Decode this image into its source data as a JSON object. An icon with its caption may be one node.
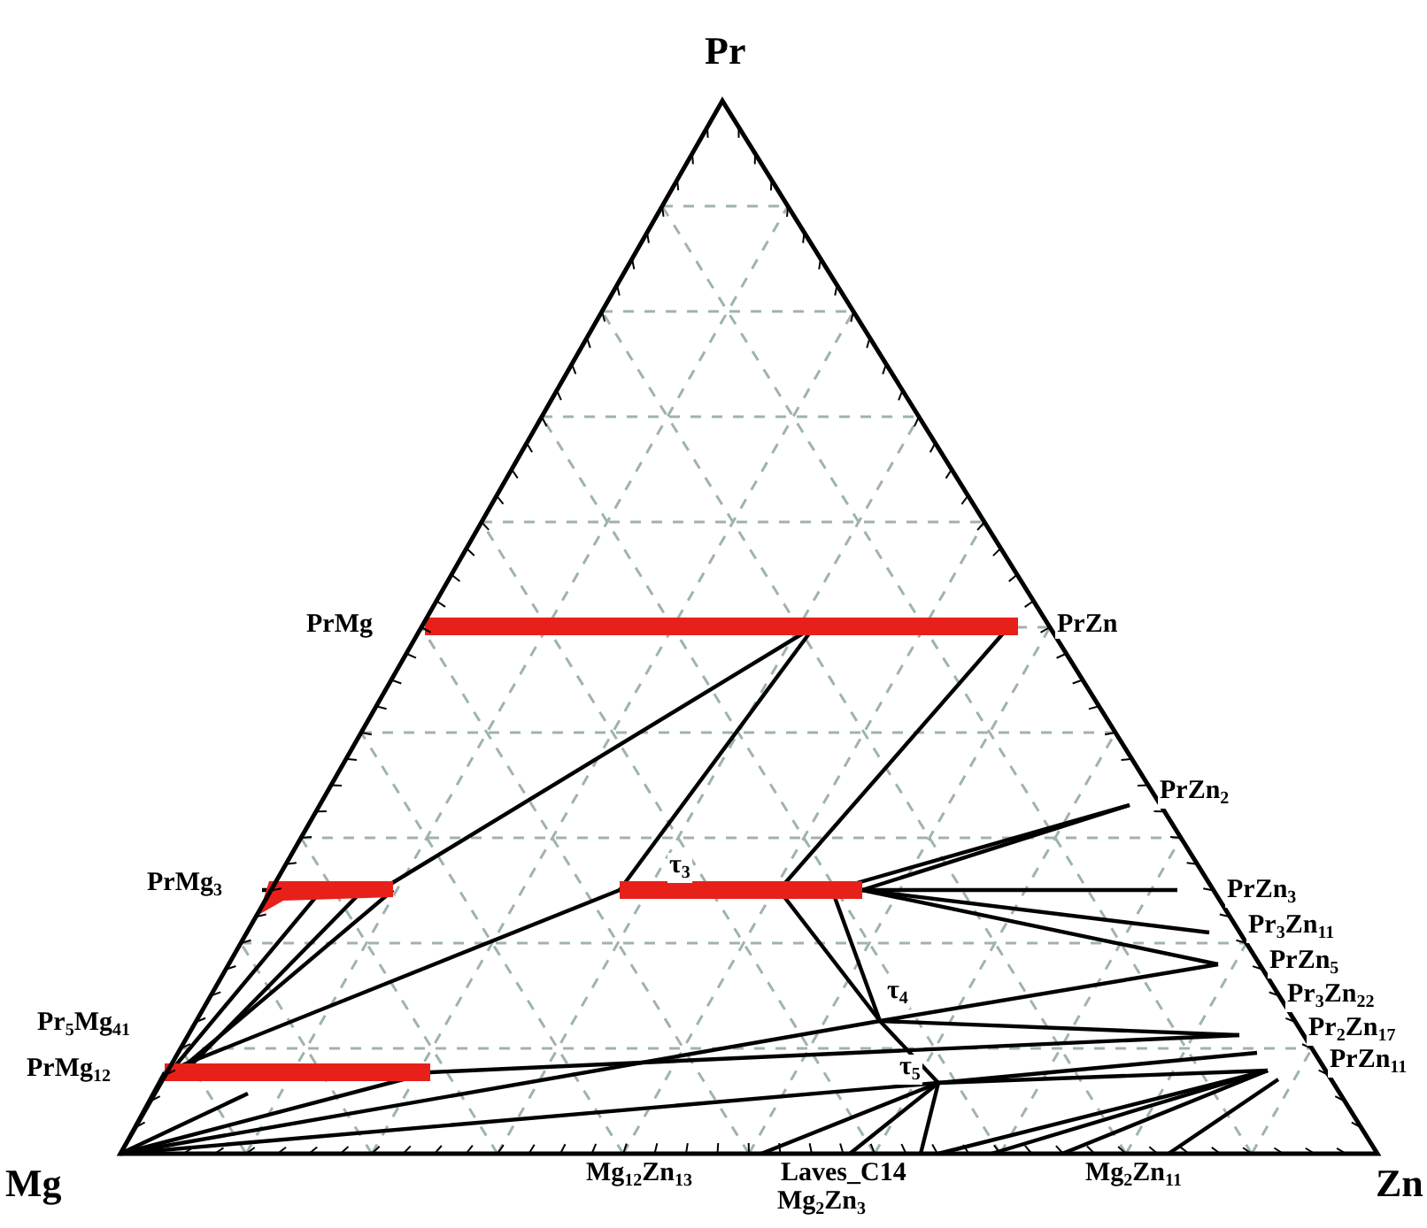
{
  "diagram": {
    "labels": [
      "Pr",
      "PrMg",
      "PrZn",
      "PrZn$_{2}$",
      "PrMg$_{3}$",
      "τ$_{3}$",
      "PrZn$_{3}$",
      "Pr$_{3}$Zn$_{11}$",
      "τ$_{4}$",
      "Pr$_{5}$Mg$_{41}$",
      "PrZn$_{5}$",
      "Pr$_{3}$Zn$_{22}$",
      "PrMg$_{12}$",
      "Pr$_{2}$Zn$_{17}$",
      "τ$_{5}$",
      "PrZn$_{11}$",
      "Mg",
      "Mg$_{12}$Zn$_{13}$",
      "Laves_C14",
      "Mg$_{2}$Zn$_{11}$",
      "Zn",
      "Mg$_{2}$Zn$_{3}$"
    ]
  }
}
